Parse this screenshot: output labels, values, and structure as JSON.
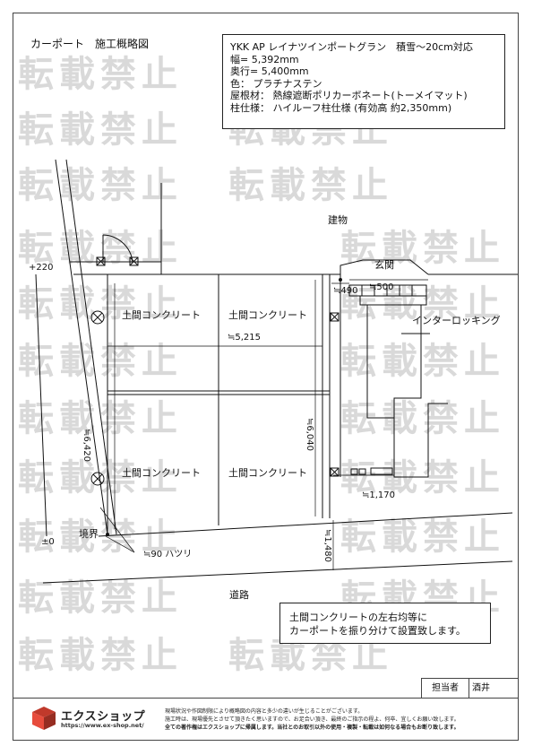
{
  "watermark": "転載禁止",
  "title": "カーポート　施工概略図",
  "spec": {
    "product": "YKK AP レイナツインポートグラン　積雪〜20cm対応",
    "width": "幅= 5,392mm",
    "depth": "奥行= 5,400mm",
    "color": "色：  プラチナステン",
    "roof": "屋根材：  熱線遮断ポリカーボネート(トーメイマット)",
    "pillar": "柱仕様：  ハイルーフ柱仕様 (有効高 約2,350mm)"
  },
  "labels": {
    "building": "建物",
    "entrance": "玄関",
    "interlocking": "インターロッキング",
    "concrete": "土間コンクリート",
    "boundary": "境界",
    "road": "道路",
    "hatsuri": "≒90 ハツリ",
    "level_plus": "+220",
    "level_zero": "±0"
  },
  "dimensions": {
    "d490": "≒490",
    "d500": "≒500",
    "d5215": "≒5,215",
    "d6420": "≒6,420",
    "d6040": "≒6,040",
    "d1170": "≒1,170",
    "d1480": "≒1,480"
  },
  "note": {
    "line1": "土間コンクリートの左右均等に",
    "line2": "カーポートを振り分けて設置致します。"
  },
  "staff": {
    "label": "担当者",
    "name": "酒井"
  },
  "logo": {
    "name": "エクスショップ",
    "url": "https://www.ex-shop.net/"
  },
  "disclaimer": {
    "line1": "現場状況や作図制限により概略図の内容と多少の違いが生じることがございます。",
    "line2": "施工時は、現場優先とさせて頂きたく思いますので、お足合い頂き、最終のご指示の程よ、何卒、宜しくお願い致します。",
    "line3": "全ての著作権はエクスショップに帰属します。当社とのお取引以外の使用・複製・転載は如何なる場合もお断り致します。"
  }
}
